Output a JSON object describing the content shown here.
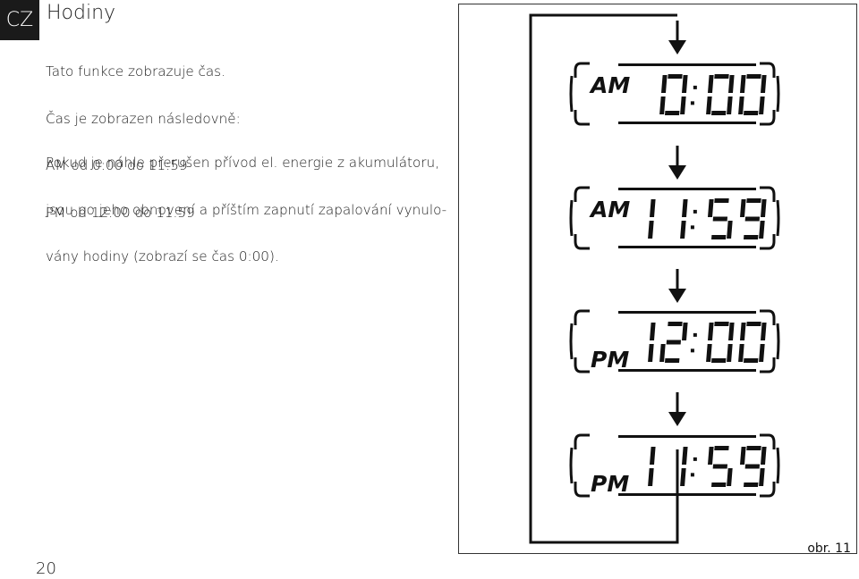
{
  "header": {
    "language_code": "CZ",
    "title": "Hodiny"
  },
  "intro": {
    "lines": [
      "Tato funkce zobrazuje čas.",
      "Čas je zobrazen následovně:",
      "AM od 0:00 do 11:59",
      "PM od 12:00 do 11.59"
    ]
  },
  "note": {
    "lines": [
      "Pokud je náhle přerušen přívod el. energie z akumulátoru,",
      "jsou po jeho obnovení a příštím zapnutí zapalování vynulo-",
      "vány hodiny (zobrazí se čas 0:00)."
    ]
  },
  "figure": {
    "label": "obr. 11",
    "displays": [
      {
        "period": "AM",
        "time": "0:00"
      },
      {
        "period": "AM",
        "time": "11:59"
      },
      {
        "period": "PM",
        "time": "12:00"
      },
      {
        "period": "PM",
        "time": "11:59"
      }
    ]
  },
  "page_number": "20"
}
